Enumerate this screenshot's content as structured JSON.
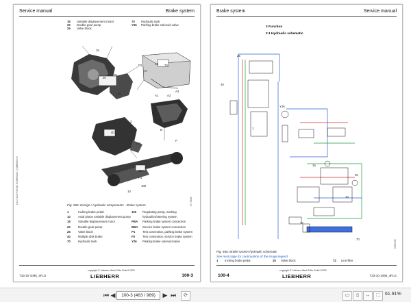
{
  "left_page": {
    "header_left": "Service manual",
    "header_right": "Brake system",
    "top_legend": [
      {
        "num": "15",
        "text": "Variable displacement motor"
      },
      {
        "num": "20",
        "text": "Double gear pump"
      },
      {
        "num": "25",
        "text": "Valve block"
      },
      {
        "num": "70",
        "text": "Hydraulic tank"
      },
      {
        "num": "Y26",
        "text": "Parking brake solenoid valve"
      }
    ],
    "diagram_labels": [
      "15",
      "20",
      "25",
      "P2",
      "A7",
      "A4",
      "70",
      "IN",
      "A1",
      "A2",
      "A3",
      "R",
      "S",
      "B",
      "3",
      "4",
      "40",
      "Y26",
      "P",
      "BBA",
      "P1",
      "100",
      "10"
    ],
    "side_code": "LV/174/28 PXK4B-TG-BB5005 / (n)BBBSecre",
    "small_code": "6774585",
    "caption": "Fig. 565: Design / Hydraulic components - Brake system",
    "legend_left": [
      {
        "num": "1",
        "text": "Inching brake pedal"
      },
      {
        "num": "10",
        "text": "Axial piston variable displacement pump"
      },
      {
        "num": "15",
        "text": "Variable displacement motor"
      },
      {
        "num": "20",
        "text": "Double gear pump"
      },
      {
        "num": "25",
        "text": "Valve block"
      },
      {
        "num": "40",
        "text": "Multiple disk brake"
      },
      {
        "num": "70",
        "text": "Hydraulic tank"
      }
    ],
    "legend_right": [
      {
        "num": "100",
        "text": "Regulating pump, working hydraulics/steering system"
      },
      {
        "num": "PBA",
        "text": "Parking brake system connection"
      },
      {
        "num": "BBA",
        "text": "Service brake system connection"
      },
      {
        "num": "P1",
        "text": "Test connection, parking brake system"
      },
      {
        "num": "P2",
        "text": "Test connection, service brake system"
      },
      {
        "num": "Y26",
        "text": "Parking brake solenoid valve"
      }
    ],
    "footer_code": "T33-10-1095_4FLG",
    "copyright": "copyright © Liebherr-Werk Telfs GmbH 2020",
    "logo": "LIEBHERR",
    "page_number": "100-3"
  },
  "right_page": {
    "header_left": "Brake system",
    "header_right": "Service manual",
    "section": "2 Function",
    "subsection": "2.1 Hydraulic schematic",
    "schematic_labels": [
      "25",
      "40",
      "15",
      "20",
      "10",
      "72",
      "70",
      "1",
      "Y26"
    ],
    "small_code": "6963755",
    "caption": "Fig. 566: Brake system hydraulic schematic",
    "continuation_note": "See next page for continuation of the image legend",
    "legend": [
      {
        "num": "1",
        "text": "Inching brake pedal"
      },
      {
        "num": "25",
        "text": "Valve block"
      },
      {
        "num": "72",
        "text": "Line filter"
      }
    ],
    "footer_left": "100-4",
    "logo": "LIEBHERR",
    "copyright": "copyright © Liebherr-Werk Telfs GmbH 2020",
    "footer_code": "T33-10-1095_4FLG"
  },
  "toolbar": {
    "page_field": "100-3 (463 / 989)",
    "zoom": "61.91%",
    "first_icon": "first-page-icon",
    "prev_icon": "previous-page-icon",
    "next_icon": "next-page-icon",
    "last_icon": "last-page-icon"
  }
}
